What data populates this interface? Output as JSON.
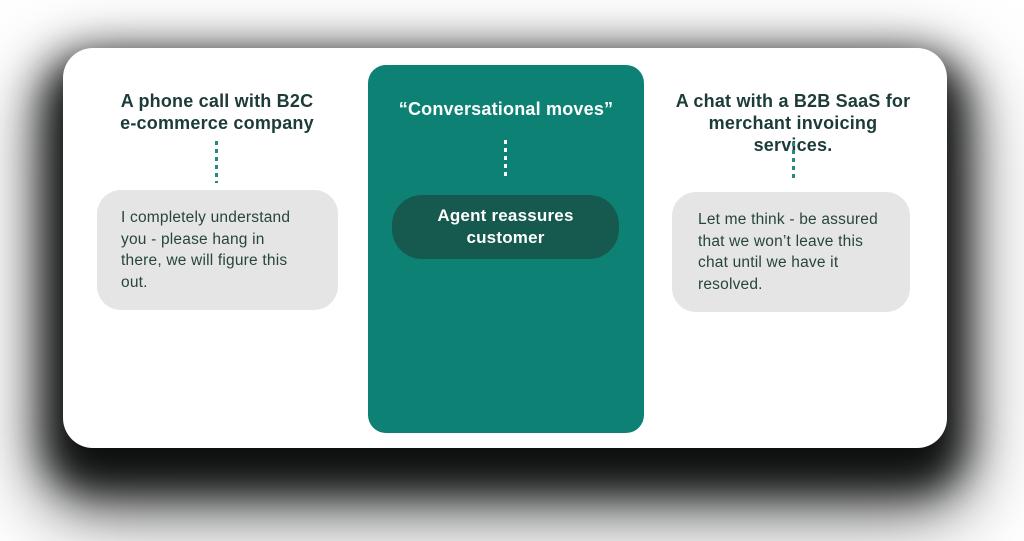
{
  "diagram": {
    "left_panel": {
      "heading_lines": [
        "A phone call with B2C",
        "e-commerce company"
      ],
      "bubble_text": "I completely understand you - please hang in there, we will figure this out."
    },
    "center_panel": {
      "heading": "“Conversational moves”",
      "pill_label_lines": [
        "Agent reassures",
        "customer"
      ]
    },
    "right_panel": {
      "heading_lines": [
        "A chat with a B2B SaaS for",
        "merchant invoicing services."
      ],
      "bubble_text": "Let me think - be assured that we won’t leave this chat until we have it resolved."
    },
    "colors": {
      "page_bg": "#FFFFFF",
      "card_bg": "#FFFFFF",
      "teal_card": "#0D8174",
      "pill": "#16594F",
      "heading_text": "#1C3B39",
      "bubble_bg": "#E5E5E5",
      "bubble_text": "#28443F",
      "connector_teal": "#27897F",
      "connector_white": "#FFFFFF",
      "shadow": "#0A0A0A"
    }
  }
}
